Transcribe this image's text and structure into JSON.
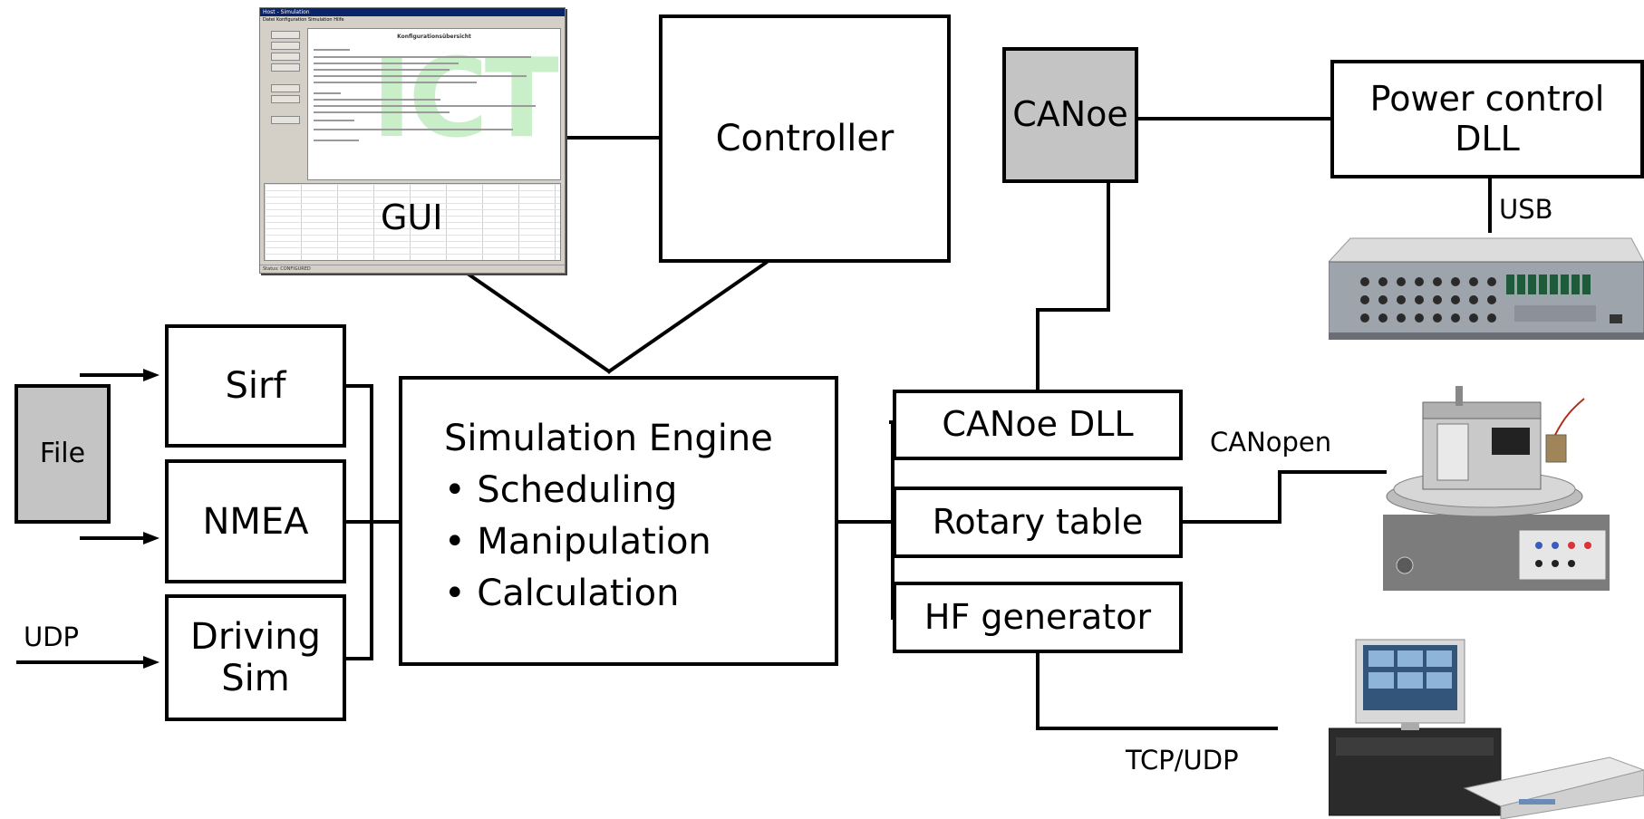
{
  "diagram": {
    "gui": {
      "label": "GUI",
      "screen_title": "Host - Simulation",
      "screen_menu": "Datei  Konfiguration  Simulation  Hilfe",
      "screen_heading": "Konfigurationsübersicht",
      "screen_watermark": "ICT",
      "screen_status": "Status: CONFIGURED"
    },
    "controller": {
      "label": "Controller"
    },
    "canoe": {
      "label": "CANoe"
    },
    "power_control": {
      "label_line1": "Power control",
      "label_line2": "DLL"
    },
    "usb": {
      "label": "USB"
    },
    "file": {
      "label": "File"
    },
    "sirf": {
      "label": "Sirf"
    },
    "nmea": {
      "label": "NMEA"
    },
    "driving_sim": {
      "label_line1": "Driving",
      "label_line2": "Sim"
    },
    "udp": {
      "label": "UDP"
    },
    "engine": {
      "title": "Simulation Engine",
      "items": [
        "• Scheduling",
        "• Manipulation",
        "• Calculation"
      ]
    },
    "canoe_dll": {
      "label": "CANoe DLL"
    },
    "rotary_table": {
      "label": "Rotary table"
    },
    "hf_generator": {
      "label": "HF generator"
    },
    "canopen": {
      "label": "CANopen"
    },
    "tcp_udp": {
      "label": "TCP/UDP"
    }
  }
}
